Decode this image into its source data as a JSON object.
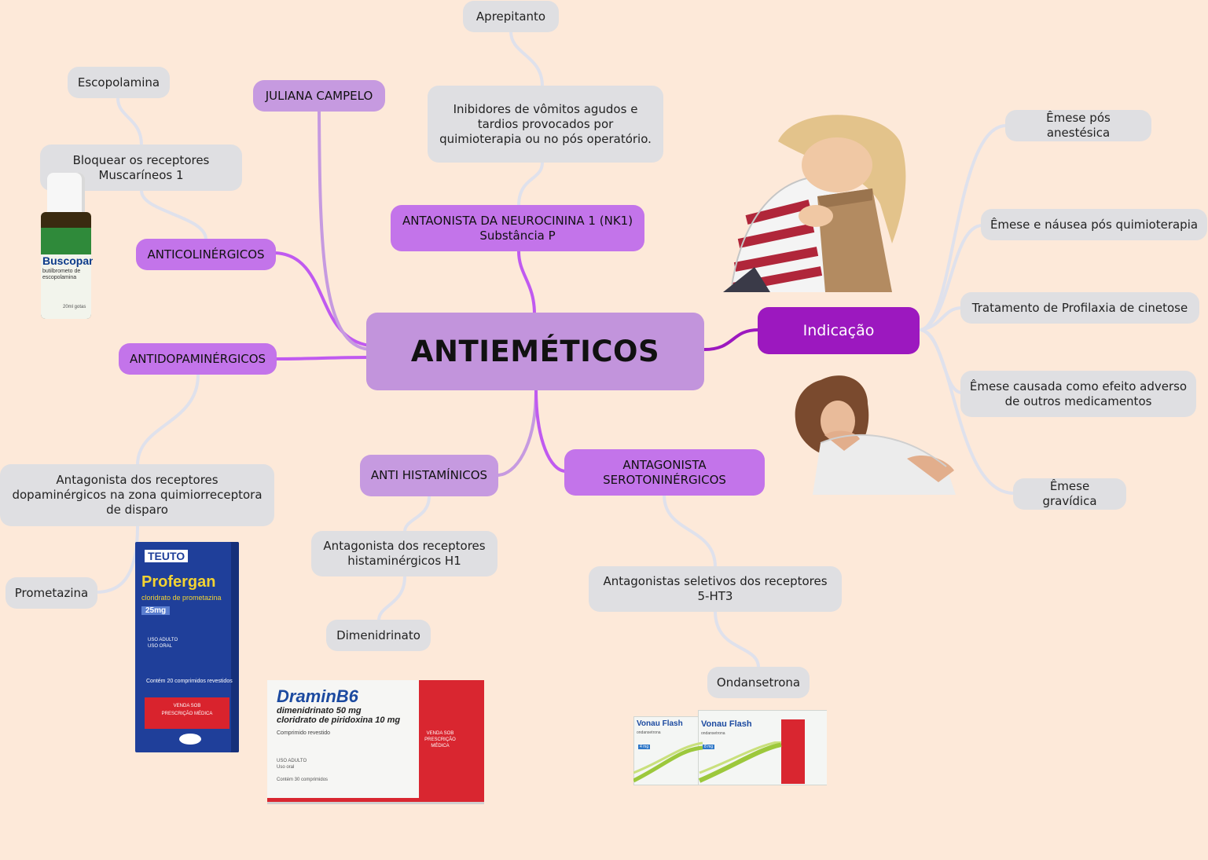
{
  "title": "ANTIEMÉTICOS",
  "indication": {
    "label": "Indicação",
    "items": [
      "Êmese pós anestésica",
      "Êmese e náusea pós quimioterapia",
      "Tratamento de Profilaxia de cinetose",
      "Êmese causada como efeito adverso de outros medicamentos",
      "Êmese gravídica"
    ]
  },
  "author": "JULIANA CAMPELO",
  "nk1": {
    "label": "ANTAONISTA DA NEUROCININA 1 (NK1) Substância P",
    "description": "Inibidores de vômitos agudos e tardios provocados por quimioterapia ou no pós operatório.",
    "drug": "Aprepitanto"
  },
  "anticolinergicos": {
    "label": "ANTICOLINÉRGICOS",
    "description": "Bloquear os receptores Muscaríneos 1",
    "drug": "Escopolamina",
    "product": {
      "brand": "Buscopan",
      "line1": "butilbrometo de escopolamina",
      "line2": "20ml gotas"
    }
  },
  "antidopaminergicos": {
    "label": "ANTIDOPAMINÉRGICOS",
    "description": "Antagonista dos receptores dopaminérgicos na zona quimiorreceptora de disparo",
    "drug": "Prometazina",
    "product": {
      "maker": "TEUTO",
      "brand": "Profergan",
      "sub": "cloridrato de prometazina",
      "dose": "25mg",
      "use1": "USO ADULTO",
      "use2": "USO ORAL",
      "count": "Contém 20 comprimidos revestidos",
      "sale1": "VENDA SOB",
      "sale2": "PRESCRIÇÃO MÉDICA"
    }
  },
  "anti_histaminicos": {
    "label": "ANTI HISTAMÍNICOS",
    "description": "Antagonista dos receptores histaminérgicos H1",
    "drug": "Dimenidrinato",
    "product": {
      "brand": "Dramin",
      "brand2": "B6",
      "line1": "dimenidrinato 50 mg",
      "line2": "cloridrato de piridoxina 10 mg",
      "form": "Comprimido revestido",
      "use1": "USO ADULTO",
      "use2": "Uso oral",
      "count": "Contém 30 comprimidos",
      "sale": "VENDA SOB PRESCRIÇÃO MÉDICA"
    }
  },
  "serotoninergicos": {
    "label": "ANTAGONISTA SEROTONINÉRGICOS",
    "description": "Antagonistas seletivos dos receptores 5-HT3",
    "drug": "Ondansetrona",
    "product": {
      "brand": "Vonau Flash",
      "sub": "ondansetrona",
      "dose1": "4 mg",
      "dose2": "8 mg"
    }
  },
  "colors": {
    "background": "#fde9d9",
    "central": "#c294dc",
    "branch": "#c374ea",
    "indication": "#9c18bf",
    "detail": "#dfdfe2"
  }
}
